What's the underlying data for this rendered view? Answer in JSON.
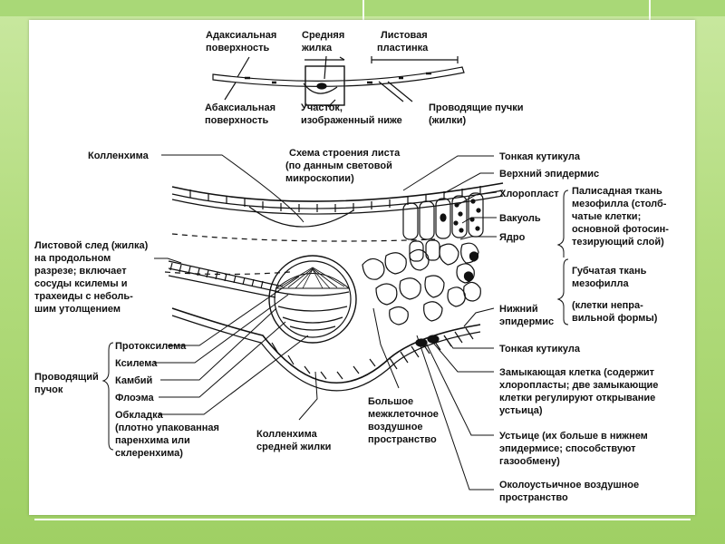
{
  "labels": {
    "adaxial": [
      "Адаксиальная",
      "поверхность"
    ],
    "midrib": [
      "Средняя",
      "жилка"
    ],
    "blade": [
      "Листовая",
      "пластинка"
    ],
    "abaxial": [
      "Абаксиальная",
      "поверхность"
    ],
    "region": [
      "Участок,",
      "изображенный ниже"
    ],
    "bundles_top": [
      "Проводящие пучки",
      "(жилки)"
    ],
    "collenchyma": "Колленхима",
    "scheme": [
      "Схема строения листа",
      "(по данным световой",
      "микроскопии)"
    ],
    "thin_cuticle_top": "Тонкая кутикула",
    "upper_epidermis": "Верхний эпидермис",
    "chloroplast": "Хлоропласт",
    "vacuole": "Вакуоль",
    "nucleus": "Ядро",
    "palisade": [
      "Палисадная ткань",
      "мезофилла (столб-",
      "чатые клетки;",
      "основной фотосин-",
      "тезирующий слой)"
    ],
    "spongy": [
      "Губчатая ткань",
      "мезофилла",
      "(клетки непра-",
      "вильной формы)"
    ],
    "leaf_trace": [
      "Листовой след (жилка)",
      "на продольном",
      "разрезе; включает",
      "сосуды ксилемы и",
      "трахеиды с неболь-",
      "шим утолщением"
    ],
    "lower_epidermis": [
      "Нижний",
      "эпидермис"
    ],
    "thin_cuticle_bottom": "Тонкая кутикула",
    "protoxylem": "Протоксилема",
    "xylem": "Ксилема",
    "cambium": "Камбий",
    "phloem": "Флоэма",
    "sheath": [
      "Обкладка",
      "(плотно упакованная",
      "паренхима или",
      "склеренхима)"
    ],
    "bundle": [
      "Проводящий",
      "пучок"
    ],
    "midrib_collenchyma": [
      "Колленхима",
      "средней жилки"
    ],
    "air_space": [
      "Большое",
      "межклеточное",
      "воздушное",
      "пространство"
    ],
    "guard_cell": [
      "Замыкающая клетка (содержит",
      "хлоропласты; две замыкающие",
      "клетки регулируют открывание",
      "устьица)"
    ],
    "stoma": [
      "Устьице (их больше в нижнем",
      "эпидермисе; способствуют",
      "газообмену)"
    ],
    "substomatal": [
      "Околоустьичное воздушное",
      "пространство"
    ]
  }
}
